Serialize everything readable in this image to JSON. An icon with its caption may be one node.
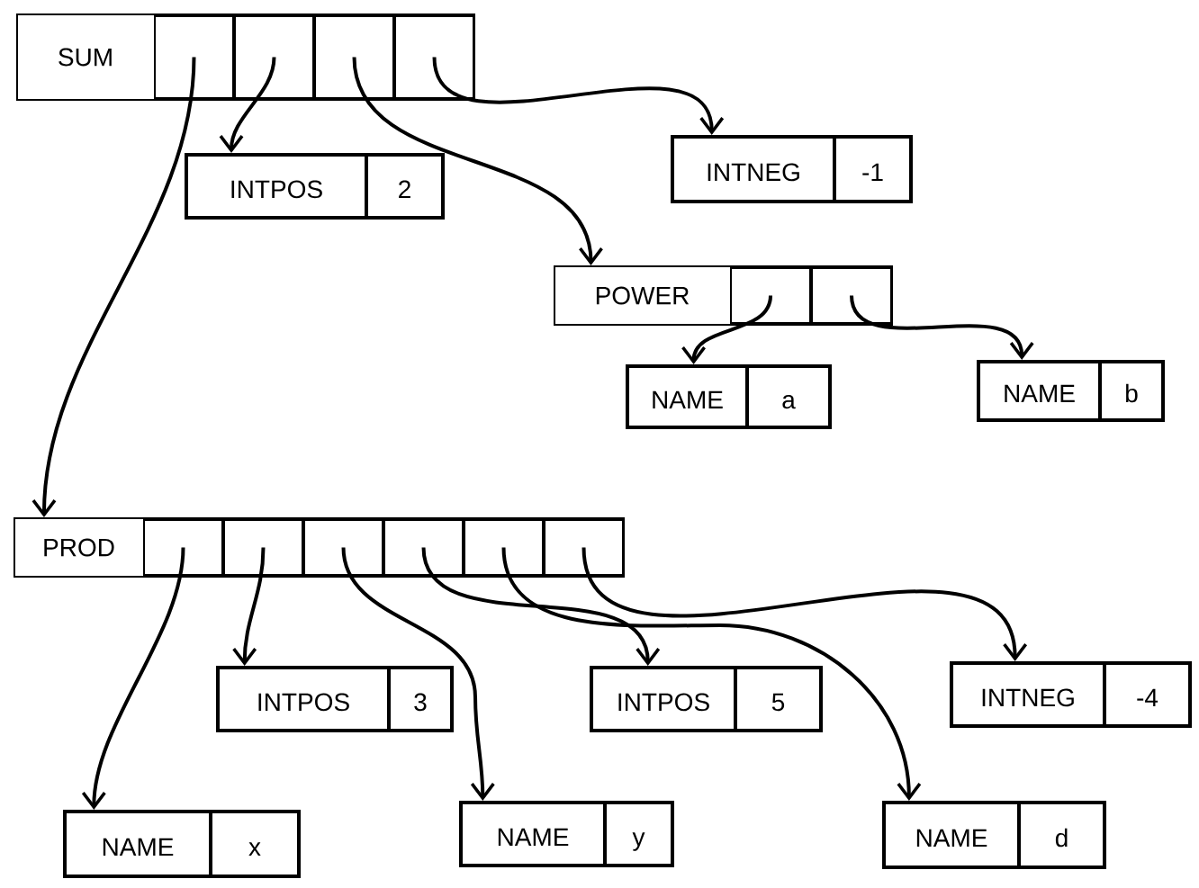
{
  "diagram": {
    "nodes": [
      {
        "text": [
          "SUM"
        ]
      },
      {
        "text": [],
        "shape": "box",
        "in": 0
      },
      {
        "text": [],
        "shape": "box",
        "in": 0
      },
      {
        "text": [],
        "shape": "box",
        "in": 0
      },
      {
        "text": [],
        "shape": "box",
        "in": 0
      },
      {
        "text": [
          "INTPOS",
          "2"
        ]
      },
      {
        "text": [
          "INTNEG",
          "-1"
        ]
      },
      {
        "text": [
          "POWER"
        ]
      },
      {
        "text": [],
        "shape": "box",
        "in": 7
      },
      {
        "text": [],
        "shape": "box",
        "in": 7
      },
      {
        "text": [
          "NAME",
          "a"
        ]
      },
      {
        "text": [
          "NAME",
          "b"
        ]
      },
      {
        "text": [
          "PROD"
        ]
      },
      {
        "text": [],
        "shape": "box",
        "in": 12
      },
      {
        "text": [],
        "shape": "box",
        "in": 12
      },
      {
        "text": [],
        "shape": "box",
        "in": 12
      },
      {
        "text": [],
        "shape": "box",
        "in": 12
      },
      {
        "text": [],
        "shape": "box",
        "in": 12
      },
      {
        "text": [],
        "shape": "box",
        "in": 12
      },
      {
        "text": [
          "INTPOS",
          "3"
        ]
      },
      {
        "text": [
          "INTPOS",
          "5"
        ]
      },
      {
        "text": [
          "INTNEG",
          "-4"
        ]
      },
      {
        "text": [
          "NAME",
          "x"
        ]
      },
      {
        "text": [
          "NAME",
          "y"
        ]
      },
      {
        "text": [
          "NAME",
          "d"
        ]
      }
    ],
    "edges": [
      {
        "from": 1,
        "to": 12,
        "arrow": "to"
      },
      {
        "from": 2,
        "to": 5,
        "arrow": "to"
      },
      {
        "from": 3,
        "to": 7,
        "arrow": "to"
      },
      {
        "from": 4,
        "to": 6,
        "arrow": "to"
      },
      {
        "from": 8,
        "to": 10,
        "arrow": "to"
      },
      {
        "from": 9,
        "to": 11,
        "arrow": "to"
      },
      {
        "from": 13,
        "to": 22,
        "arrow": "to"
      },
      {
        "from": 14,
        "to": 19,
        "arrow": "to"
      },
      {
        "from": 15,
        "to": 23,
        "arrow": "to"
      },
      {
        "from": 16,
        "to": 20,
        "arrow": "to"
      },
      {
        "from": 17,
        "to": 24,
        "arrow": "to"
      },
      {
        "from": 18,
        "to": 21,
        "arrow": "to"
      }
    ]
  }
}
